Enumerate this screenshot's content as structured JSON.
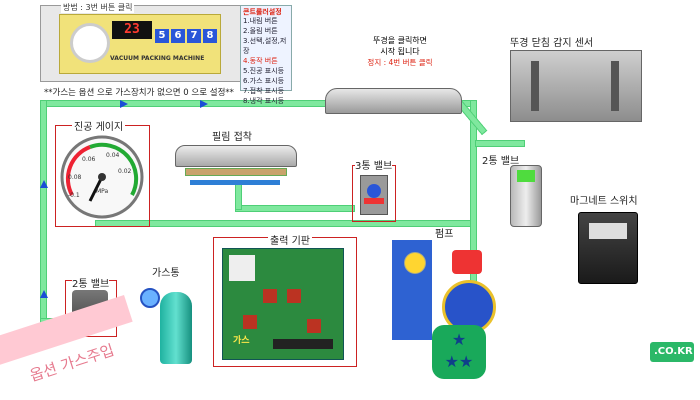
{
  "top": {
    "method_label": "방법 : 3번 버튼 클릭",
    "machine_name": "VACUUM PACKING MACHINE",
    "display_digits": [
      "2",
      "3"
    ],
    "buttons": [
      "5",
      "6",
      "7",
      "8"
    ]
  },
  "legend": {
    "title": "콘트롤러설정",
    "items": [
      {
        "text": "1.내림 버튼",
        "hi": false
      },
      {
        "text": "2.올림 버튼",
        "hi": false
      },
      {
        "text": "3.선택,설정,저장",
        "hi": false
      },
      {
        "text": "4.동작 버튼",
        "hi": true
      },
      {
        "text": "5.진공 표시등",
        "hi": false
      },
      {
        "text": "6.가스 표시등",
        "hi": false
      },
      {
        "text": "7.접착 표시등",
        "hi": false
      },
      {
        "text": "8.냉각 표시등",
        "hi": false
      }
    ]
  },
  "gas_note": "**가스는 옵션 으로 가스장치가 없으면 0 으로 설정**",
  "lid_text": {
    "line1": "뚜경을 클릭하면",
    "line2": "시작 됩니다",
    "line3": "정지 : 4번 버튼 클릭"
  },
  "labels": {
    "lid_sensor": "뚜경 닫침 감지 센서",
    "vacuum_gauge": "진공 게이지",
    "film_seal": "필림 접착",
    "valve3": "3통 밸브",
    "valve2": "2통 밸브",
    "magnet_switch": "마그네트 스위치",
    "output_board": "출력 기판",
    "pump": "펌프",
    "valve2_gas": "2통 밸브",
    "gas_tank": "가스통",
    "gas_board_label": "가스",
    "option_gas": "옵션 가스주입",
    "watermark": ".CO.KR"
  },
  "gauge": {
    "marks": [
      "0.02",
      "0.04",
      "0.06",
      "0.08",
      "-0.1"
    ],
    "unit": "MPa"
  },
  "colors": {
    "pipe": "#7fe89e",
    "arrow": "#1a4fd6",
    "box": "#cc2222",
    "accent_red": "#dd1111"
  }
}
